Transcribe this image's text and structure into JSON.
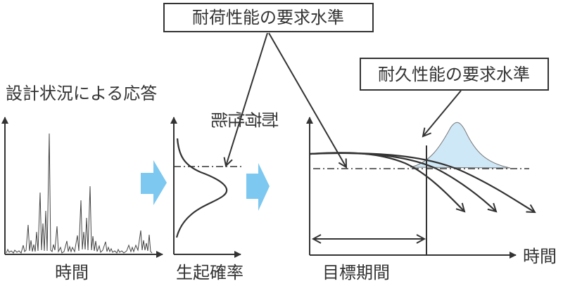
{
  "callouts": {
    "load_requirement": "耐荷性能の要求水準",
    "durability_requirement": "耐久性能の要求水準"
  },
  "response_panel": {
    "title": "設計状況による応答",
    "x_label": "時間"
  },
  "probability_panel": {
    "x_label": "生起確率"
  },
  "performance_panel": {
    "y_label": "耐荷性能",
    "x_label": "時間",
    "period_label": "目標期間"
  },
  "colors": {
    "ink": "#333333",
    "flow_arrow": "#7cc8f0",
    "bell_fill": "#cfe8f7"
  }
}
